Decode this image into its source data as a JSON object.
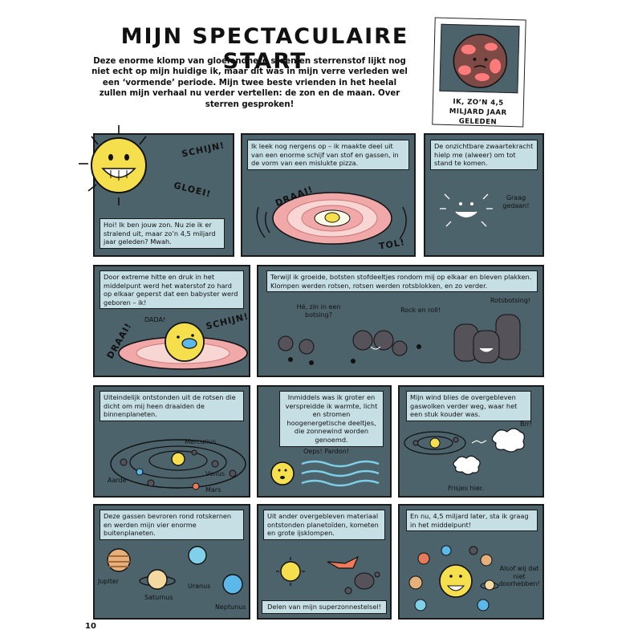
{
  "page": {
    "title": "MIJN SPECTACULAIRE START",
    "intro": "Deze enorme klomp van gloeiendhete steen en sterrenstof lijkt nog niet echt op mijn huidige ik, maar dit was in mijn verre verleden wel een ‘vormende’ periode. Mijn twee beste vrienden in het heelal zullen mijn verhaal nu verder vertellen: de zon en de maan. Over sterren gesproken!",
    "page_number": "10"
  },
  "polaroid": {
    "caption": "IK, ZO’N 4,5 MILJARD JAAR GELEDEN"
  },
  "panels": {
    "p1": {
      "sfx1": "SCHIJN!",
      "sfx2": "GLOEI!",
      "text": "Hoi! Ik ben jouw zon. Nu zie ik er stralend uit, maar zo’n 4,5 miljard jaar geleden? Mwah."
    },
    "p2": {
      "text": "Ik leek nog nergens op – ik maakte deel uit van een enorme schijf van stof en gassen, in de vorm van een mislukte pizza.",
      "sfx1": "DRAAI!",
      "sfx2": "TOL!"
    },
    "p3": {
      "text": "De onzichtbare zwaartekracht hielp me (alweer) om tot stand te komen.",
      "speech": "Graag gedaan!"
    },
    "p4": {
      "text": "Door extreme hitte en druk in het middelpunt werd het waterstof zo hard op elkaar geperst dat een babyster werd geboren – ik!",
      "speech": "DADA!",
      "sfx1": "DRAAI!",
      "sfx2": "SCHIJN!"
    },
    "p5": {
      "text": "Terwijl ik groeide, botsten stofdeeltjes rondom mij op elkaar en bleven plakken. Klompen werden rotsen, rotsen werden rotsblokken, en zo verder.",
      "speech1": "Hé, zin in een botsing?",
      "speech2": "Rock en roll!",
      "speech3": "Rotsbotsing!"
    },
    "p6": {
      "text": "Uiteindelijk ontstonden uit de rotsen die dicht om mij heen draaiden de binnenplaneten.",
      "l1": "Mercurius",
      "l2": "Venus",
      "l3": "Aarde",
      "l4": "Mars"
    },
    "p7": {
      "text": "Inmiddels was ik groter en verspreidde ik warmte, licht en stromen hoogenergetische deeltjes, die zonnewind worden genoemd.",
      "speech": "Oeps! Pardon!"
    },
    "p8": {
      "text": "Mijn wind blies de overgebleven gaswolken verder weg, waar het een stuk kouder was.",
      "speech1": "Brr!",
      "speech2": "Frisjes hier."
    },
    "p9": {
      "text": "Deze gassen bevroren rond rotskernen en werden mijn vier enorme buitenplaneten.",
      "l1": "Jupiter",
      "l2": "Saturnus",
      "l3": "Uranus",
      "l4": "Neptunus"
    },
    "p10": {
      "text": "Uit ander overgebleven materiaal ontstonden planetoïden, kometen en grote ijsklompen.",
      "text2": "Delen van mijn superzonnestelsel!"
    },
    "p11": {
      "text": "En nu, 4,5 miljard later, sta ik graag in het middelpunt!",
      "speech": "Alsof wij dat niet doorhebben!"
    }
  },
  "colors": {
    "panel": "#4d636c",
    "caption_box": "#c6dfe5",
    "sun": "#f5df4d",
    "disc_pink": "#f0a8a8",
    "rock": "#55525a"
  }
}
